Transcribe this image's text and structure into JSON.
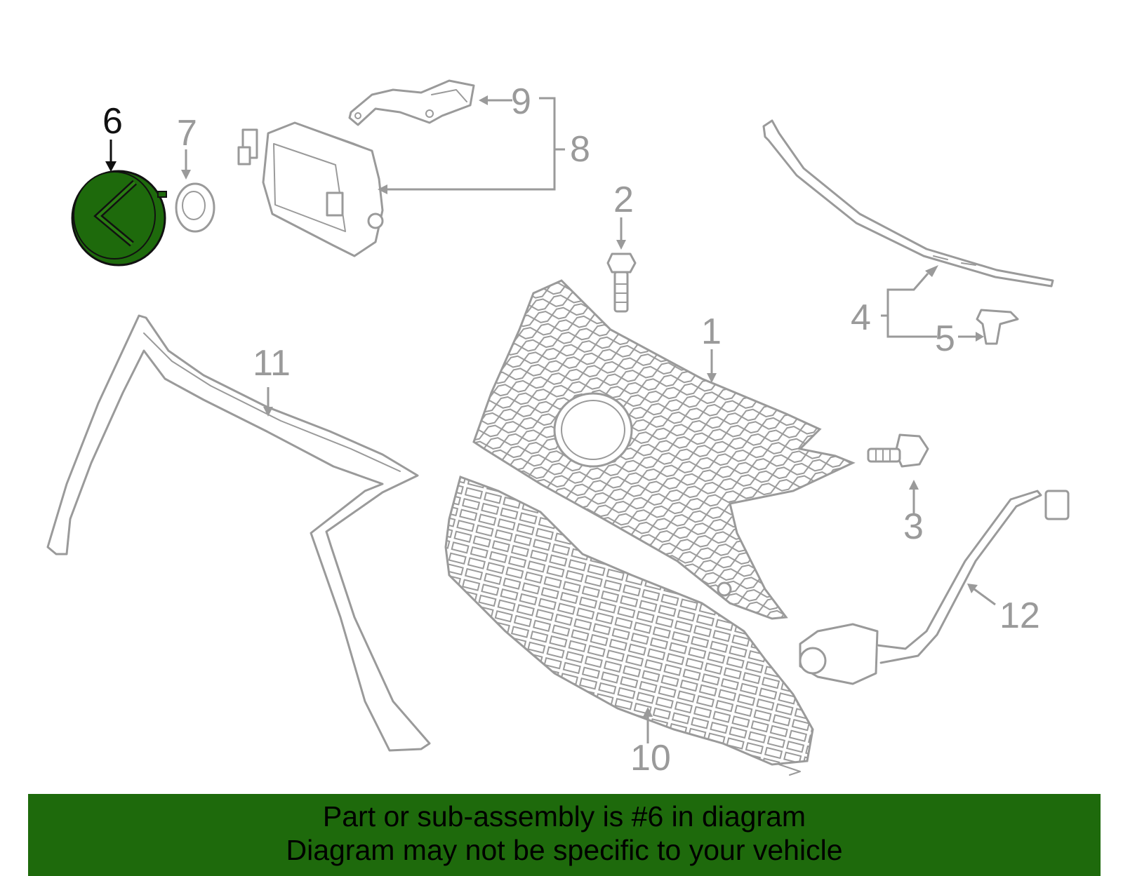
{
  "colors": {
    "banner_bg": "#1e6a0c",
    "highlight_part": "#1e6a0c",
    "line_art": "#9a9a9a",
    "highlight_label": "#111111"
  },
  "callouts": {
    "c1": "1",
    "c2": "2",
    "c3": "3",
    "c4": "4",
    "c5": "5",
    "c6": "6",
    "c7": "7",
    "c8": "8",
    "c9": "9",
    "c10": "10",
    "c11": "11",
    "c12": "12"
  },
  "highlighted_part": "6",
  "banner": {
    "line1": "Part or sub-assembly is #6 in diagram",
    "line2": "Diagram may not be specific to your vehicle"
  }
}
